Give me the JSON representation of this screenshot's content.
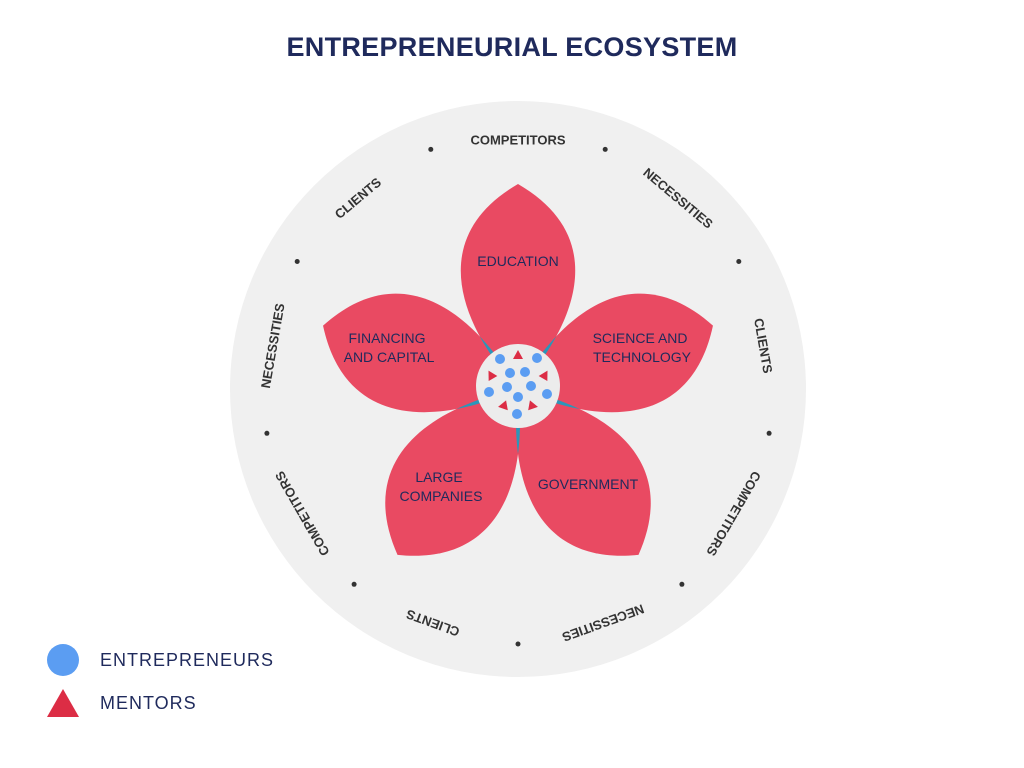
{
  "title": "ENTREPRENEURIAL ECOSYSTEM",
  "colors": {
    "ring": "#f0f0f0",
    "petal": "#e94a62",
    "overlap": "#2b96b9",
    "center": "#ececec",
    "entrepreneur": "#5b9df2",
    "mentor": "#dc2d45",
    "title": "#1f2a5c",
    "ring_text": "#333333",
    "dot": "#333333"
  },
  "petals": [
    {
      "label_lines": [
        "EDUCATION"
      ]
    },
    {
      "label_lines": [
        "SCIENCE AND",
        "TECHNOLOGY"
      ]
    },
    {
      "label_lines": [
        "GOVERNMENT"
      ]
    },
    {
      "label_lines": [
        "LARGE",
        "COMPANIES"
      ]
    },
    {
      "label_lines": [
        "FINANCING",
        "AND CAPITAL"
      ]
    }
  ],
  "ring_labels": [
    {
      "text": "COMPETITORS"
    },
    {
      "text": "NECESSITIES"
    },
    {
      "text": "CLIENTS"
    },
    {
      "text": "COMPETITORS"
    },
    {
      "text": "NECESSITIES"
    },
    {
      "text": "CLIENTS"
    },
    {
      "text": "COMPETITORS"
    },
    {
      "text": "NECESSITIES"
    },
    {
      "text": "CLIENTS"
    }
  ],
  "legend": [
    {
      "shape": "circle",
      "label": "ENTREPRENEURS",
      "icon": "entrepreneur-circle-icon"
    },
    {
      "shape": "triangle",
      "label": "MENTORS",
      "icon": "mentor-triangle-icon"
    }
  ]
}
